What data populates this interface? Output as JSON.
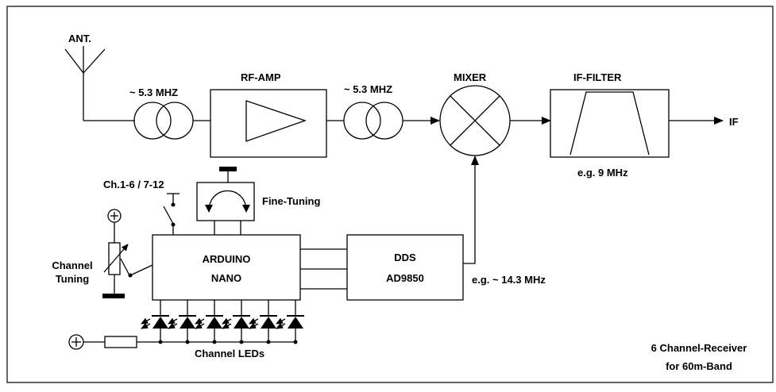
{
  "labels": {
    "ant": "ANT.",
    "freq_in1": "~ 5.3 MHZ",
    "rf_amp": "RF-AMP",
    "freq_in2": "~ 5.3 MHZ",
    "mixer": "MIXER",
    "if_filter": "IF-FILTER",
    "if_out": "IF",
    "if_freq": "e.g. 9 MHz",
    "channel_switch": "Ch.1-6 / 7-12",
    "fine_tuning": "Fine-Tuning",
    "channel_tuning_1": "Channel",
    "channel_tuning_2": "Tuning",
    "arduino_1": "ARDUINO",
    "arduino_2": "NANO",
    "dds_1": "DDS",
    "dds_2": "AD9850",
    "dds_freq": "e.g. ~ 14.3 MHz",
    "channel_leds": "Channel LEDs",
    "caption_1": "6 Channel-Receiver",
    "caption_2": "for 60m-Band"
  }
}
